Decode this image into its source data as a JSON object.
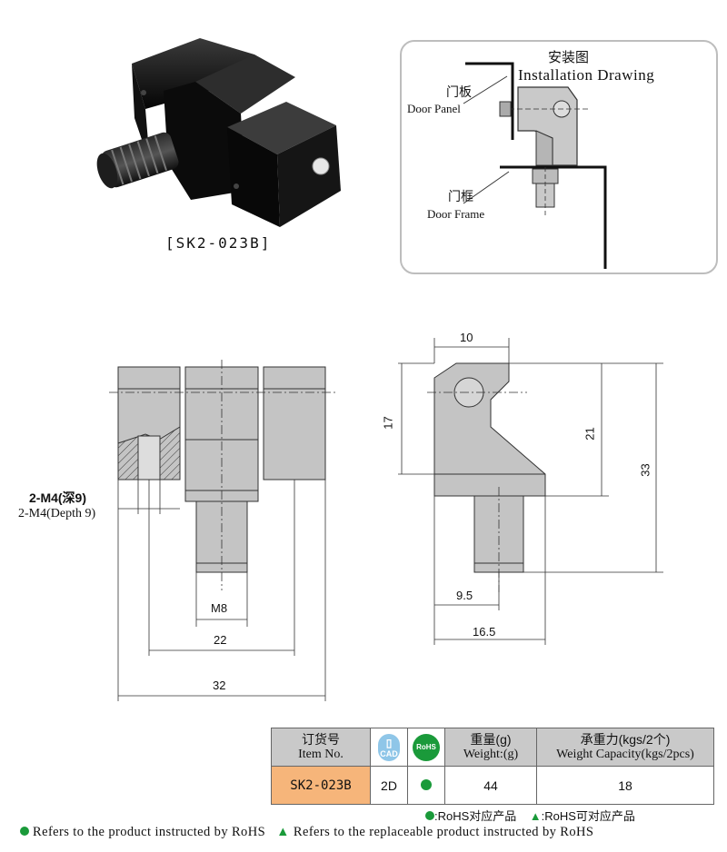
{
  "product": {
    "caption": "[SK2-023B]"
  },
  "installation": {
    "title_cn": "安装图",
    "title_en": "Installation Drawing",
    "door_panel_cn": "门板",
    "door_panel_en": "Door Panel",
    "door_frame_cn": "门框",
    "door_frame_en": "Door Frame"
  },
  "dimensions": {
    "thread_cn": "2-M4(深9)",
    "thread_en": "2-M4(Depth 9)",
    "m8": "M8",
    "d22": "22",
    "d32": "32",
    "d10": "10",
    "d17": "17",
    "d21": "21",
    "d33": "33",
    "d9_5": "9.5",
    "d16_5": "16.5"
  },
  "table": {
    "headers": {
      "item_cn": "订货号",
      "item_en": "Item No.",
      "cad": "CAD",
      "rohs": "RoHS",
      "weight_cn": "重量(g)",
      "weight_en": "Weight:(g)",
      "capacity_cn": "承重力(kgs/2个)",
      "capacity_en": "Weight Capacity(kgs/2pcs)"
    },
    "row": {
      "item": "SK2-023B",
      "cad": "2D",
      "weight": "44",
      "capacity": "18"
    }
  },
  "legend": {
    "rohs_cn": ":RoHS对应产品",
    "replace_cn": ":RoHS可对应产品",
    "rohs_en": "Refers to the product instructed by RoHS",
    "replace_en": "Refers to the replaceable product instructed by RoHS"
  },
  "colors": {
    "green": "#1a9a3a",
    "orange": "#f6b57a",
    "header_gray": "#c9c9c9",
    "metal": "#c4c4c4",
    "cad_blue": "#8fc6e8"
  }
}
